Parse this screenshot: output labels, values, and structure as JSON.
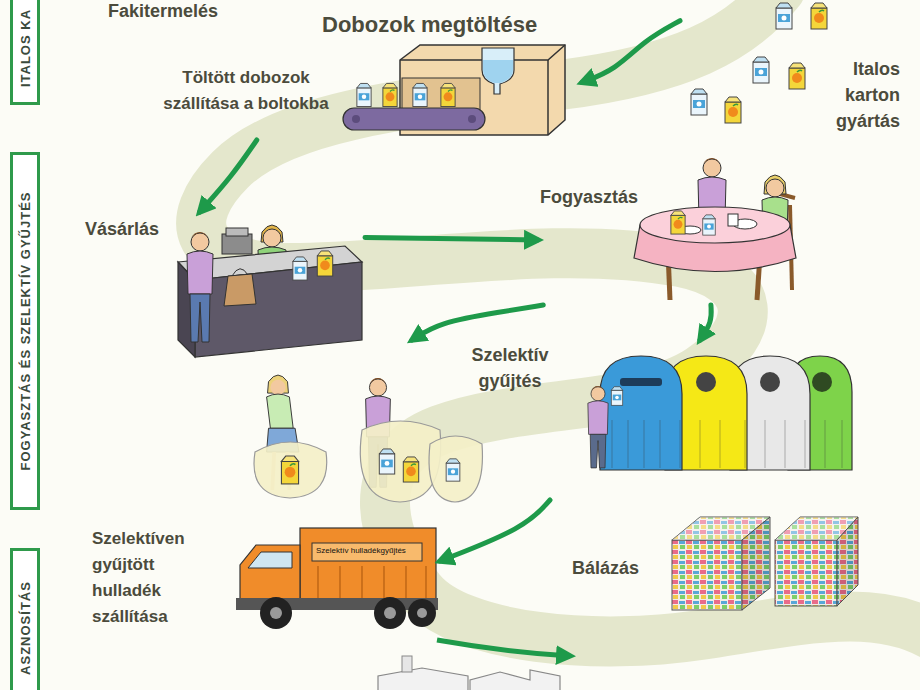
{
  "diagram": {
    "nodes": [
      {
        "text": [
          "ITALOS KA"
        ]
      },
      {
        "text": [
          "FOGYASZTÁS ÉS SZELEKTÍV GYŰJTÉS"
        ]
      },
      {
        "text": [
          "ASZNOSÍTÁS"
        ]
      },
      {
        "text": [
          "Dobozok megtöltése"
        ]
      },
      {
        "text": [
          "Italos karton gyártás"
        ]
      },
      {
        "text": [
          "Töltött dobozok szállítása a boltokba"
        ]
      },
      {
        "text": [
          "Vásárlás"
        ]
      },
      {
        "text": [
          "Fogyasztás"
        ]
      },
      {
        "text": [
          "Szelektív gyűjtés"
        ]
      },
      {
        "text": [
          "Szelektíven gyűjtött hulladék szállítása"
        ]
      },
      {
        "text": [
          "Bálázás"
        ]
      }
    ],
    "edges": [
      {
        "from": 4,
        "to": 3,
        "arrow": "to"
      },
      {
        "from": 5,
        "to": 6,
        "arrow": "to"
      },
      {
        "from": 6,
        "to": 7,
        "arrow": "to"
      },
      {
        "from": 7,
        "to": 8,
        "arrow": "to"
      },
      {
        "from": 7,
        "to": 8,
        "arrow": "to"
      },
      {
        "from": 8,
        "to": 9,
        "arrow": "to"
      }
    ],
    "labels": [
      "Fakitermelés",
      "Szelektív hulladékgyűjtés"
    ]
  }
}
